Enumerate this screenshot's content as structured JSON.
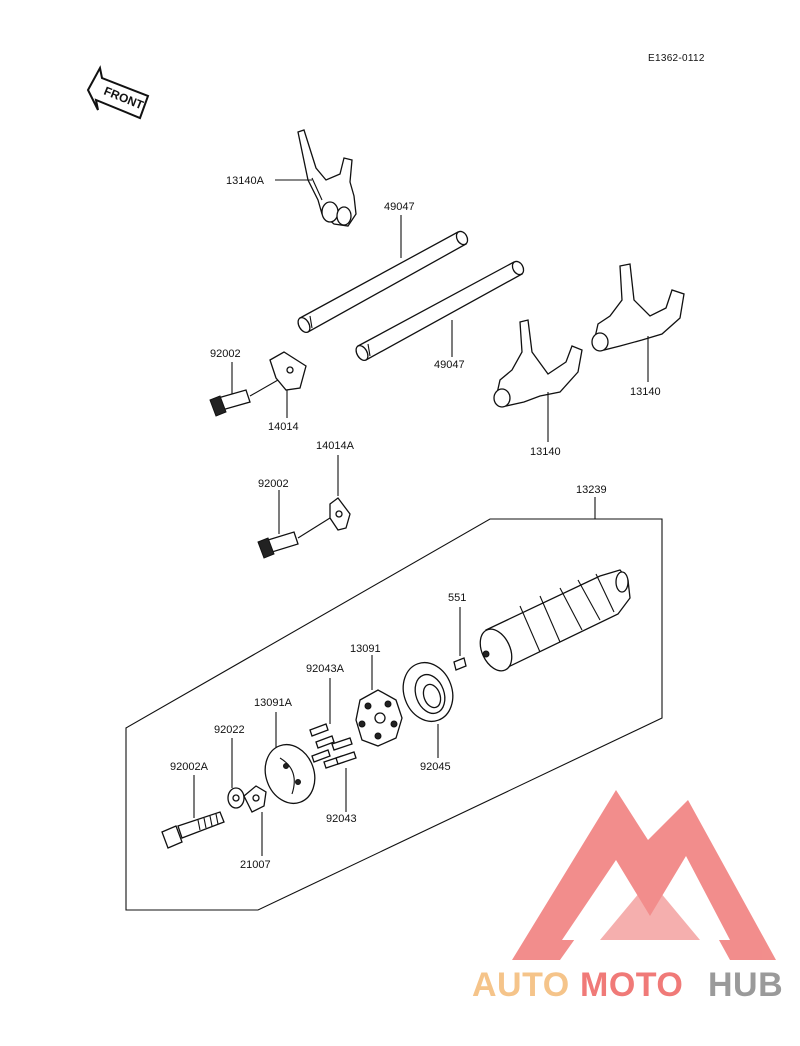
{
  "diagram": {
    "code": "E1362-0112",
    "front_label": "FRONT",
    "parts": {
      "p13140A": "13140A",
      "p49047a": "49047",
      "p49047b": "49047",
      "p92002a": "92002",
      "p14014": "14014",
      "p13140a": "13140",
      "p13140b": "13140",
      "p14014A": "14014A",
      "p92002b": "92002",
      "p13239": "13239",
      "p551": "551",
      "p13091": "13091",
      "p92043A": "92043A",
      "p13091A": "13091A",
      "p92022": "92022",
      "p92002A": "92002A",
      "p92045": "92045",
      "p92043": "92043",
      "p21007": "21007"
    }
  },
  "watermark": {
    "brand_part1": "AUTO",
    "brand_part2": "MOTO",
    "brand_part3": "HUB",
    "color_light": "#f5c48a",
    "color_red": "#f07a78",
    "color_gray": "#9a9a9a"
  }
}
